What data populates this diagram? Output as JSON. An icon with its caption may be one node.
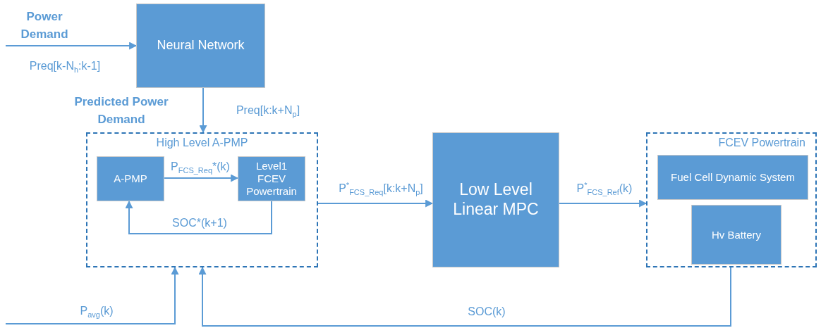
{
  "diagram": {
    "nodes": [
      {
        "text": [
          "Neural Network"
        ]
      },
      {
        "text": [
          "High Level A-PMP"
        ]
      },
      {
        "text": [
          "A-PMP"
        ],
        "in": 1
      },
      {
        "text": [
          "Level1 FCEV Powertrain"
        ],
        "in": 1
      },
      {
        "text": [
          "Low Level Linear MPC"
        ]
      },
      {
        "text": [
          "FCEV Powertrain"
        ]
      },
      {
        "text": [
          "Fuel Cell Dynamic System"
        ],
        "in": 5
      },
      {
        "text": [
          "Hv Battery"
        ],
        "in": 5
      }
    ],
    "edges": [
      {
        "from": null,
        "to": 0,
        "arrow": "to",
        "label": "Preq[k-N$_{h}$:k-1]"
      },
      {
        "from": 0,
        "to": 1,
        "arrow": "to",
        "label": "Preq[k:k+N$_{p}$]"
      },
      {
        "from": 2,
        "to": 3,
        "arrow": "to",
        "label": "P$_{FCS_Req}$*(k)"
      },
      {
        "from": 3,
        "to": 2,
        "arrow": "to",
        "label": "SOC*(k+1)"
      },
      {
        "from": 1,
        "to": 4,
        "arrow": "to",
        "label": "P$^{*}$$_{FCS_Req}$[k:k+N$_{p}$]"
      },
      {
        "from": 4,
        "to": 5,
        "arrow": "to",
        "label": "P$^{*}$$_{FCS_Ref}$(k)"
      },
      {
        "from": null,
        "to": 1,
        "arrow": "to",
        "label": "P$_{avg}$(k)"
      },
      {
        "from": 5,
        "to": 1,
        "arrow": "to",
        "label": "SOC(k)"
      }
    ],
    "labels": [
      "Power Demand",
      "Predicted Power Demand"
    ]
  }
}
